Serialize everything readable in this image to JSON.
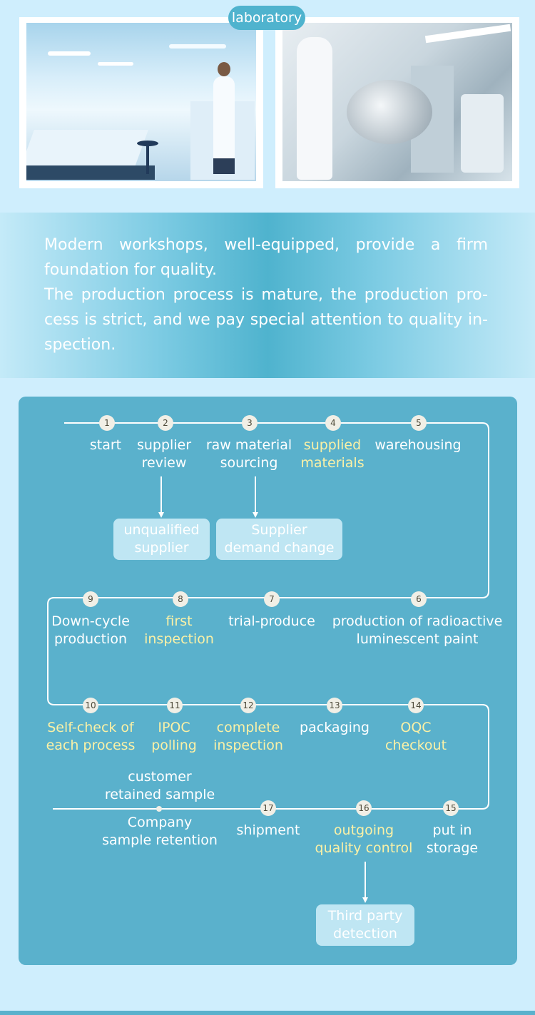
{
  "header": {
    "tag": "laboratory"
  },
  "photos": [
    {
      "name": "laboratory-photo",
      "icon": "lab-photo"
    },
    {
      "name": "clean-room-photo",
      "icon": "clean-room-photo"
    }
  ],
  "intro": {
    "paragraph1": "Modern workshops, well-equipped, provide a firm foundation for quality.",
    "paragraph2": "The production process is mature, the production pro-cess is strict, and we pay special attention to quality in-spection."
  },
  "colors": {
    "panel": "#5ab1cc",
    "highlight": "#fbf1a6",
    "node": "#f1efe6"
  },
  "flow": {
    "steps": [
      {
        "num": "1",
        "label": "start",
        "highlight": false
      },
      {
        "num": "2",
        "label": "supplier\nreview",
        "highlight": false
      },
      {
        "num": "3",
        "label": "raw material\nsourcing",
        "highlight": false
      },
      {
        "num": "4",
        "label": "supplied\nmaterials",
        "highlight": true
      },
      {
        "num": "5",
        "label": "warehousing",
        "highlight": false
      },
      {
        "num": "6",
        "label": "production of radioactive\nluminescent paint",
        "highlight": false
      },
      {
        "num": "7",
        "label": "trial-produce",
        "highlight": false
      },
      {
        "num": "8",
        "label": "first\ninspection",
        "highlight": true
      },
      {
        "num": "9",
        "label": "Down-cycle\nproduction",
        "highlight": false
      },
      {
        "num": "10",
        "label": "Self-check of\neach process",
        "highlight": true
      },
      {
        "num": "11",
        "label": "IPOC\npolling",
        "highlight": true
      },
      {
        "num": "12",
        "label": "complete\ninspection",
        "highlight": true
      },
      {
        "num": "13",
        "label": "packaging",
        "highlight": false
      },
      {
        "num": "14",
        "label": "OQC\ncheckout",
        "highlight": true
      },
      {
        "num": "15",
        "label": "put in\nstorage",
        "highlight": false
      },
      {
        "num": "16",
        "label": "outgoing\nquality control",
        "highlight": true
      },
      {
        "num": "17",
        "label": "shipment",
        "highlight": false
      }
    ],
    "branches": {
      "unqualified_supplier": "unqualified\nsupplier",
      "supplier_demand_change": "Supplier\ndemand change",
      "third_party_detection": "Third party\ndetection"
    },
    "retention": {
      "customer": "customer\nretained sample",
      "company": "Company\nsample retention"
    }
  }
}
